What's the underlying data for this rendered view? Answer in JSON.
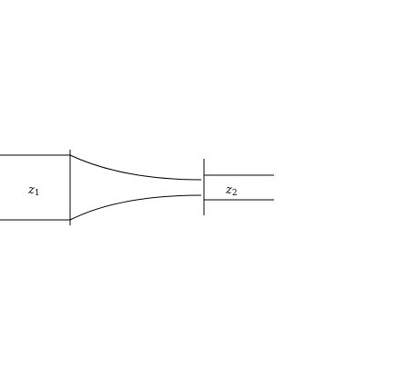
{
  "diagram": {
    "left_section": {
      "label": "z",
      "subscript": "1"
    },
    "right_section": {
      "label": "z",
      "subscript": "2"
    },
    "colors": {
      "line": "#000000",
      "background": "#ffffff"
    }
  }
}
